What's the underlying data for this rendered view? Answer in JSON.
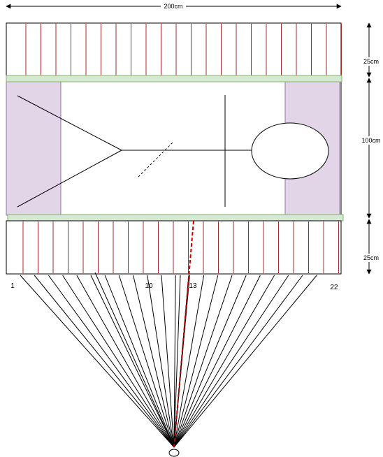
{
  "colors": {
    "strip_line": "#a12a2a",
    "board_fill": "#d5e8d4",
    "board_stroke": "#82b366",
    "side_fill": "#e1d5e7",
    "side_stroke": "#9673a6",
    "outline": "#000000",
    "highlight_ray": "#c00000"
  },
  "dimensions": {
    "width_label": "200cm",
    "top_depth_label": "25cm",
    "middle_depth_label": "100cm",
    "bottom_depth_label": "25cm"
  },
  "sensor_labels": {
    "first": "1",
    "tenth": "10",
    "highlighted": "13",
    "last": "22"
  }
}
